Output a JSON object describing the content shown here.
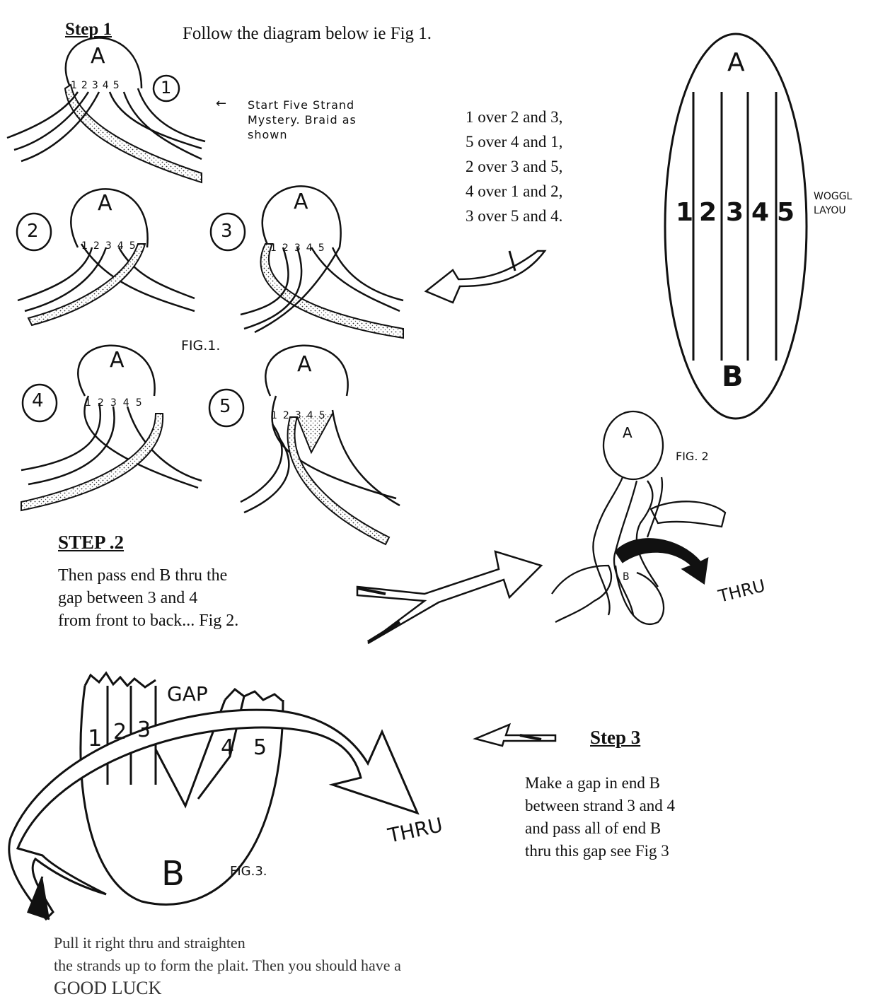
{
  "step1": {
    "title": "Step 1",
    "instruction": "Follow the diagram below ie  Fig 1.",
    "start_note": [
      "Start Five Strand",
      "Mystery. Braid as",
      "shown"
    ],
    "sequence": [
      "1 over 2 and 3,",
      "5 over 4 and 1,",
      "2 over 3 and 5,",
      "4 over 1 and 2,",
      "3 over 5 and 4."
    ],
    "fig_label": "FIG.1.",
    "panels": [
      {
        "num": "1",
        "order_top": [
          "1",
          "2",
          "3",
          "4",
          "5"
        ]
      },
      {
        "num": "2",
        "order_top": [
          "1",
          "2",
          "3",
          "4",
          "5"
        ]
      },
      {
        "num": "3",
        "order_top": [
          "1",
          "2",
          "3",
          "4",
          "5"
        ]
      },
      {
        "num": "4",
        "order_top": [
          "1",
          "2",
          "3",
          "4",
          "5"
        ]
      },
      {
        "num": "5",
        "order_top": [
          "1",
          "2",
          "3",
          "4",
          "5"
        ]
      }
    ],
    "end_a": "A"
  },
  "layout_diagram": {
    "end_a": "A",
    "end_b": "B",
    "strands": [
      "1",
      "2",
      "3",
      "4",
      "5"
    ],
    "caption": [
      "WOGGL",
      "LAYOU"
    ]
  },
  "step2": {
    "title": "STEP .2",
    "text": [
      "Then pass end B thru the",
      " gap between  3 and 4",
      " from front to back...  Fig 2."
    ],
    "fig_label": "FIG. 2",
    "end_a": "A",
    "end_b": "B",
    "thru": "THRU"
  },
  "step3": {
    "title": "Step 3",
    "text": [
      " Make a gap in end B",
      "between strand 3 and 4",
      "and pass all of end B",
      "thru this gap see Fig 3"
    ],
    "fig_label": "FIG.3.",
    "gap": "GAP",
    "thru": "THRU",
    "end_b": "B",
    "strands": [
      "1",
      "2",
      "3",
      "4",
      "5"
    ]
  },
  "footer": {
    "lines": [
      "Pull it right thru and straighten",
      "the strands up to form the plait.  Then you should have a",
      "GOOD LUCK"
    ]
  }
}
